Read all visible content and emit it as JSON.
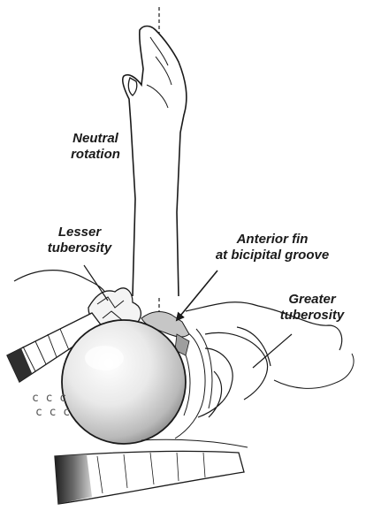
{
  "labels": {
    "neutral_rotation": "Neutral\nrotation",
    "lesser_tuberosity": "Lesser\ntuberosity",
    "anterior_fin": "Anterior fin\nat bicipital groove",
    "greater_tuberosity": "Greater\ntuberosity"
  },
  "colors": {
    "ink": "#1a1a1a",
    "humeral_head_light": "#f2f2f2",
    "humeral_head_shade": "#8a8a8a",
    "fin_gray": "#b5b5b5",
    "muscle_dark": "#2e2e2e"
  }
}
